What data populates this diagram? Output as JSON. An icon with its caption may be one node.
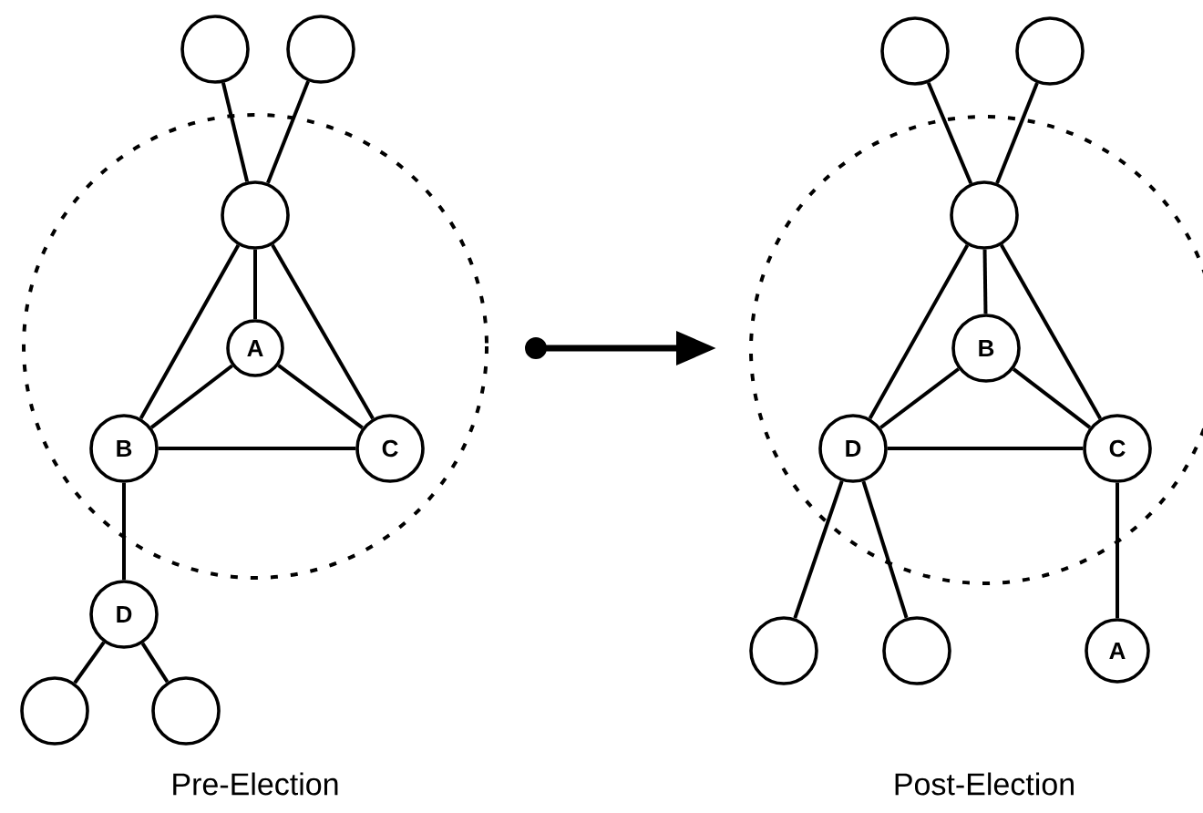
{
  "diagram": {
    "nodes": [
      {
        "text": [],
        "shape": "circle"
      },
      {
        "text": [],
        "shape": "circle"
      },
      {
        "text": [],
        "shape": "circle"
      },
      {
        "text": [
          "A"
        ]
      },
      {
        "text": [
          "B"
        ]
      },
      {
        "text": [
          "C"
        ]
      },
      {
        "text": [
          "D"
        ]
      },
      {
        "text": [],
        "shape": "circle"
      },
      {
        "text": [],
        "shape": "circle"
      },
      {
        "text": [],
        "shape": "circle"
      },
      {
        "text": [],
        "shape": "circle"
      },
      {
        "text": [],
        "shape": "circle"
      },
      {
        "text": [
          "B"
        ]
      },
      {
        "text": [
          "D"
        ]
      },
      {
        "text": [
          "C"
        ]
      },
      {
        "text": [],
        "shape": "circle"
      },
      {
        "text": [],
        "shape": "circle"
      },
      {
        "text": [
          "A"
        ]
      }
    ],
    "edges": [
      {
        "from": 0,
        "to": 2,
        "arrow": "none"
      },
      {
        "from": 1,
        "to": 2,
        "arrow": "none"
      },
      {
        "from": 2,
        "to": 3,
        "arrow": "none"
      },
      {
        "from": 2,
        "to": 4,
        "arrow": "none"
      },
      {
        "from": 2,
        "to": 5,
        "arrow": "none"
      },
      {
        "from": 3,
        "to": 4,
        "arrow": "none"
      },
      {
        "from": 3,
        "to": 5,
        "arrow": "none"
      },
      {
        "from": 4,
        "to": 5,
        "arrow": "none"
      },
      {
        "from": 4,
        "to": 6,
        "arrow": "none"
      },
      {
        "from": 6,
        "to": 7,
        "arrow": "none"
      },
      {
        "from": 6,
        "to": 8,
        "arrow": "none"
      },
      {
        "from": 9,
        "to": 11,
        "arrow": "none"
      },
      {
        "from": 10,
        "to": 11,
        "arrow": "none"
      },
      {
        "from": 11,
        "to": 12,
        "arrow": "none"
      },
      {
        "from": 11,
        "to": 13,
        "arrow": "none"
      },
      {
        "from": 11,
        "to": 14,
        "arrow": "none"
      },
      {
        "from": 12,
        "to": 13,
        "arrow": "none"
      },
      {
        "from": 12,
        "to": 14,
        "arrow": "none"
      },
      {
        "from": 13,
        "to": 14,
        "arrow": "none"
      },
      {
        "from": 13,
        "to": 15,
        "arrow": "none"
      },
      {
        "from": 13,
        "to": 16,
        "arrow": "none"
      },
      {
        "from": 14,
        "to": 17,
        "arrow": "none"
      }
    ],
    "labels": [
      "Pre-Election",
      "Post-Election"
    ]
  }
}
